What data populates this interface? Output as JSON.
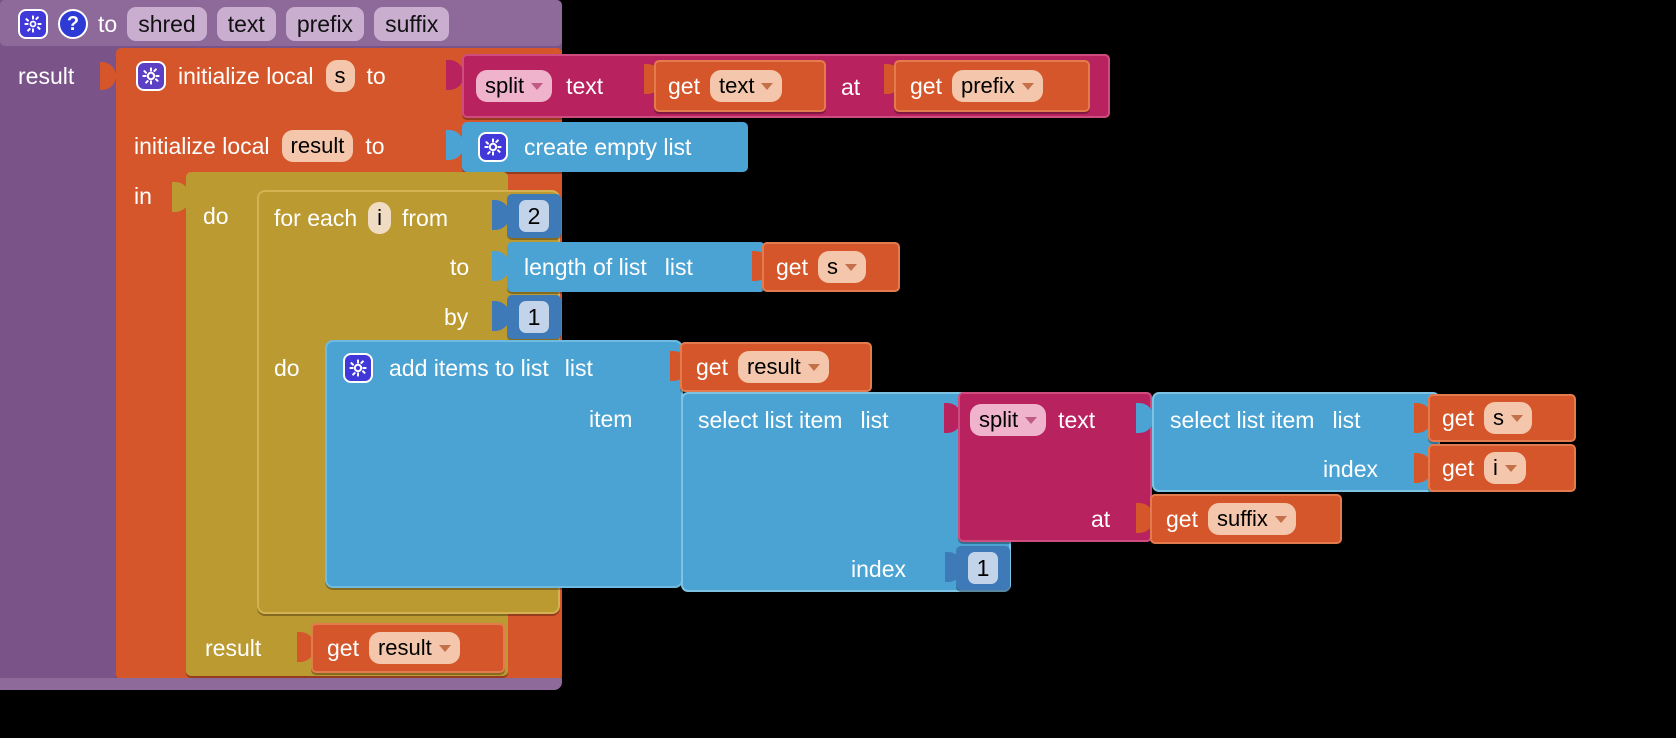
{
  "editor": {
    "name": "app-inventor-blocks-editor",
    "background": "#000000"
  },
  "colors": {
    "procedure": "#7A5489",
    "local_variable": "#D5562A",
    "control": "#BC9A32",
    "list": "#4BA3D3",
    "text": "#B8225F",
    "math": "#3F7AB8",
    "variable_get": "#D5562A",
    "field_light": "#F4C6AC",
    "field_pink": "#EFB3CB",
    "field_math": "#C3D4EA",
    "field_procedure": "#C9AED0",
    "gear_blue": "#4038D8",
    "help_blue": "#2D3BD4"
  },
  "procedure": {
    "icons": {
      "mutator": "gear-icon",
      "help": "help-icon"
    },
    "to_label": "to",
    "name": "shred",
    "params": [
      "text",
      "prefix",
      "suffix"
    ],
    "result_label": "result"
  },
  "init_local_s": {
    "mutator": "gear-icon",
    "label": "initialize local",
    "var_name": "s",
    "to_label": "to"
  },
  "split_outer": {
    "dropdown": "split",
    "text_label": "text",
    "get_text": {
      "get_label": "get",
      "var": "text"
    },
    "at_label": "at",
    "get_prefix": {
      "get_label": "get",
      "var": "prefix"
    }
  },
  "init_local_result": {
    "label": "initialize local",
    "var_name": "result",
    "to_label": "to",
    "create_empty_list": {
      "mutator": "gear-icon",
      "label": "create empty list"
    }
  },
  "in_label": "in",
  "do_label_outer": "do",
  "for_each": {
    "label": "for each",
    "var_name": "i",
    "from_label": "from",
    "from_value": "2",
    "to_label": "to",
    "to_block": {
      "label": "length of list",
      "list_label": "list",
      "get": {
        "get_label": "get",
        "var": "s"
      }
    },
    "by_label": "by",
    "by_value": "1",
    "do_label": "do"
  },
  "add_items": {
    "mutator": "gear-icon",
    "label": "add items to list",
    "list_label": "list",
    "get_result": {
      "get_label": "get",
      "var": "result"
    },
    "item_label": "item"
  },
  "select_outer": {
    "label": "select list item",
    "list_label": "list",
    "index_label": "index",
    "index_value": "1"
  },
  "split_inner": {
    "dropdown": "split",
    "text_label": "text",
    "at_label": "at",
    "get_suffix": {
      "get_label": "get",
      "var": "suffix"
    }
  },
  "select_inner": {
    "label": "select list item",
    "list_label": "list",
    "get_s": {
      "get_label": "get",
      "var": "s"
    },
    "index_label": "index",
    "get_i": {
      "get_label": "get",
      "var": "i"
    }
  },
  "return": {
    "result_label": "result",
    "get_result": {
      "get_label": "get",
      "var": "result"
    }
  }
}
